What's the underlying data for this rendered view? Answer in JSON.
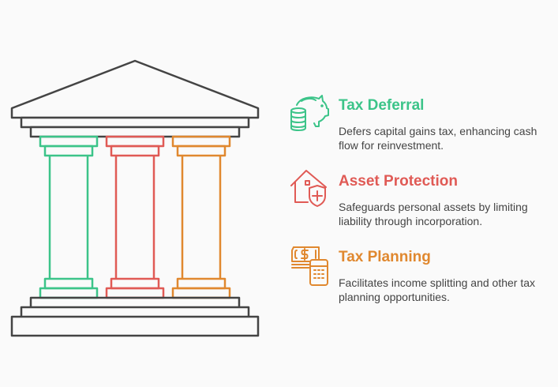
{
  "colors": {
    "outline": "#444444",
    "green": "#3cc489",
    "red": "#e05a55",
    "orange": "#e0882f",
    "text": "#444444",
    "background": "#fafafa"
  },
  "temple": {
    "pillars": [
      {
        "name": "tax-deferral-pillar",
        "color": "#3cc489"
      },
      {
        "name": "asset-protection-pillar",
        "color": "#e05a55"
      },
      {
        "name": "tax-planning-pillar",
        "color": "#e0882f"
      }
    ]
  },
  "items": [
    {
      "icon": "piggy-bank-coins-icon",
      "title": "Tax Deferral",
      "description": "Defers capital gains tax, enhancing cash flow for reinvestment.",
      "color": "#3cc489"
    },
    {
      "icon": "house-shield-icon",
      "title": "Asset Protection",
      "description": "Safeguards personal assets by limiting liability through incorporation.",
      "color": "#e05a55"
    },
    {
      "icon": "money-calculator-icon",
      "title": "Tax Planning",
      "description": "Facilitates income splitting and other tax planning opportunities.",
      "color": "#e0882f"
    }
  ]
}
